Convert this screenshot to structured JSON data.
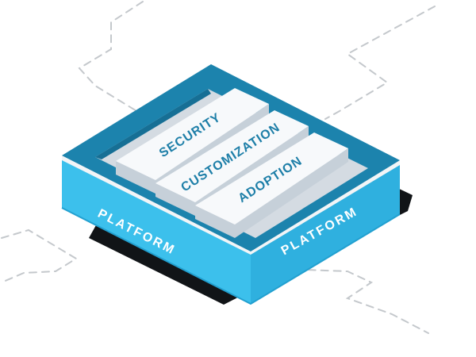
{
  "platform": {
    "label_left": "PLATFORM",
    "label_right": "PLATFORM"
  },
  "layers": [
    "SECURITY",
    "CUSTOMIZATION",
    "ADOPTION"
  ],
  "colors": {
    "platform_top": "#1c83ad",
    "platform_side": "#38bde9",
    "platform_rim": "#eef1f4",
    "tray_floor": "#d6dde4",
    "bar_top": "#f6f8fa",
    "bar_side": "#c9d2da",
    "bar_text": "#1e7fa8",
    "shadow": "#101317",
    "dashed_line": "#bfc4c9"
  }
}
